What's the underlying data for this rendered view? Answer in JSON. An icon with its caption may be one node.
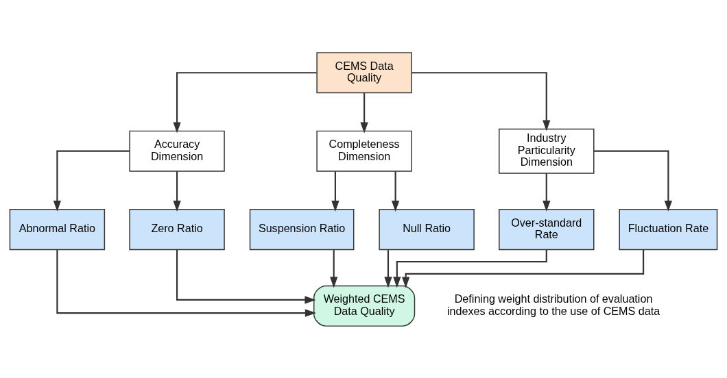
{
  "diagram": {
    "nodes": [
      {
        "text": [
          "CEMS Data Quality"
        ]
      },
      {
        "text": [
          "Accuracy Dimension"
        ]
      },
      {
        "text": [
          "Completeness Dimension"
        ]
      },
      {
        "text": [
          "Industry Particularity Dimension"
        ]
      },
      {
        "text": [
          "Abnormal Ratio"
        ]
      },
      {
        "text": [
          "Zero Ratio"
        ]
      },
      {
        "text": [
          "Suspension Ratio"
        ]
      },
      {
        "text": [
          "Null Ratio"
        ]
      },
      {
        "text": [
          "Over-standard Rate"
        ]
      },
      {
        "text": [
          "Fluctuation Rate"
        ]
      },
      {
        "text": [
          "Weighted CEMS Data Quality"
        ]
      }
    ],
    "edges": [
      {
        "from": 0,
        "to": 1,
        "arrow": "to"
      },
      {
        "from": 0,
        "to": 2,
        "arrow": "to"
      },
      {
        "from": 0,
        "to": 3,
        "arrow": "to"
      },
      {
        "from": 1,
        "to": 4,
        "arrow": "to"
      },
      {
        "from": 1,
        "to": 5,
        "arrow": "to"
      },
      {
        "from": 2,
        "to": 6,
        "arrow": "to"
      },
      {
        "from": 2,
        "to": 7,
        "arrow": "to"
      },
      {
        "from": 3,
        "to": 8,
        "arrow": "to"
      },
      {
        "from": 3,
        "to": 9,
        "arrow": "to"
      },
      {
        "from": 4,
        "to": 10,
        "arrow": "to"
      },
      {
        "from": 5,
        "to": 10,
        "arrow": "to"
      },
      {
        "from": 6,
        "to": 10,
        "arrow": "to"
      },
      {
        "from": 7,
        "to": 10,
        "arrow": "to"
      },
      {
        "from": 8,
        "to": 10,
        "arrow": "to"
      },
      {
        "from": 9,
        "to": 10,
        "arrow": "to"
      }
    ],
    "labels": [
      "Defining weight distribution of evaluation indexes according to the use of CEMS data"
    ]
  }
}
